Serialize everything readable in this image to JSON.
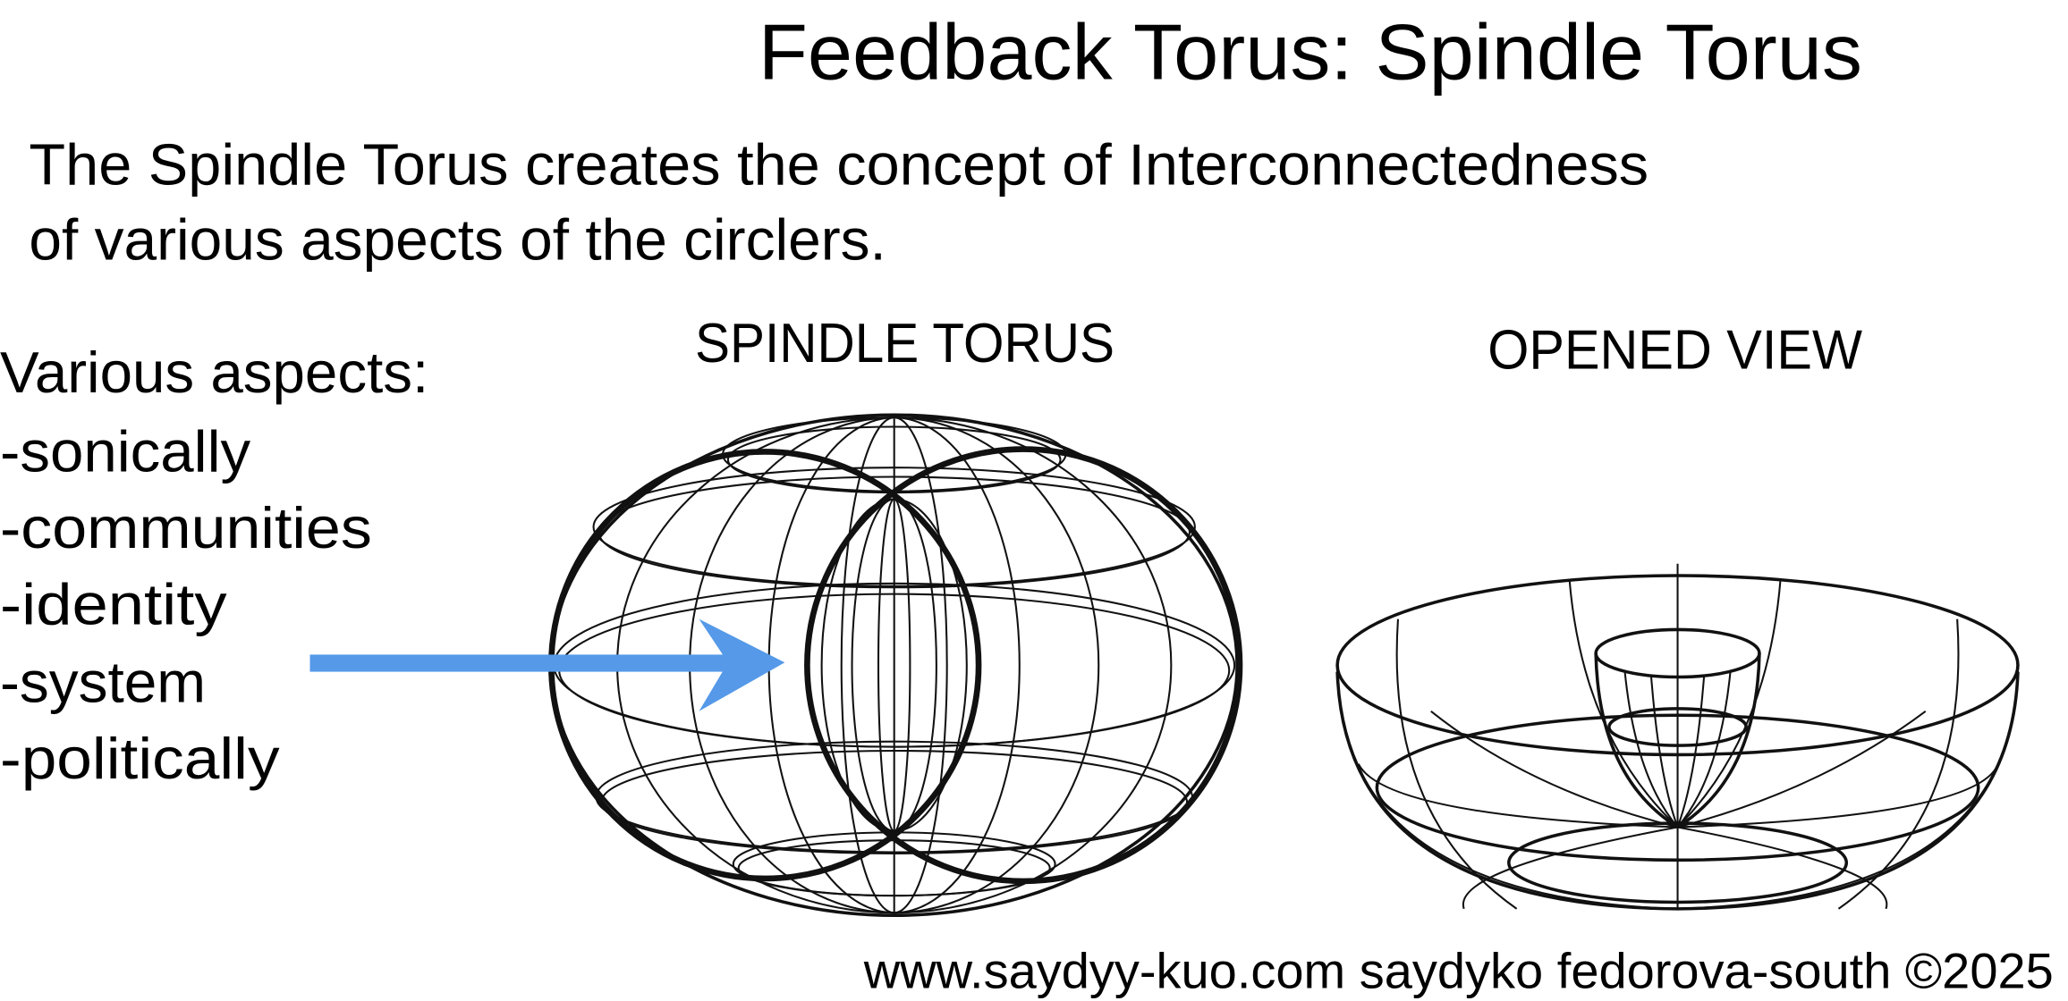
{
  "title": "Feedback Torus: Spindle Torus",
  "description": {
    "line1": "The Spindle Torus creates the concept of Interconnectedness",
    "line2": "of various aspects of the circlers."
  },
  "aspects": {
    "heading": "Various aspects:",
    "items": [
      "-sonically",
      "-communities",
      "-identity",
      "-system",
      "-politically"
    ]
  },
  "figures": {
    "spindle_label": "SPINDLE TORUS",
    "opened_label": "OPENED VIEW"
  },
  "arrow_color": "#5599e8",
  "footer": "www.saydyy-kuo.com saydyko fedorova-south ©2025"
}
